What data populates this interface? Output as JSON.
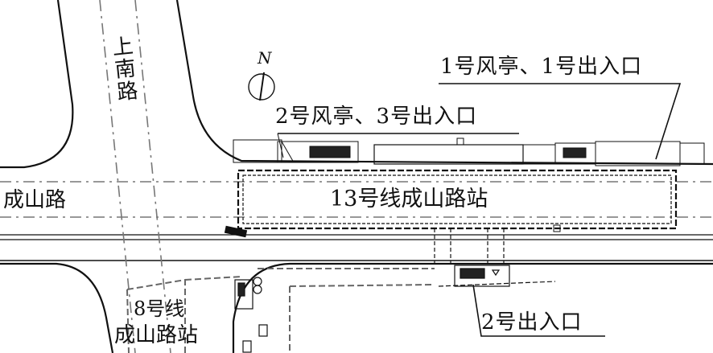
{
  "map": {
    "roads": {
      "north_south": "上南路",
      "east_west": "成山路"
    },
    "compass": {
      "label": "N",
      "icon": "north-arrow-icon"
    },
    "stations": {
      "main": "13号线成山路站",
      "transfer": [
        "8号线",
        "成山路站"
      ]
    },
    "callouts": {
      "vent_1_exit_1": "1号风亭、1号出入口",
      "vent_2_exit_3": "2号风亭、3号出入口",
      "exit_2": "2号出入口"
    },
    "colors": {
      "line": "#111111",
      "centerline": "#666666",
      "background": "#ffffff"
    }
  }
}
